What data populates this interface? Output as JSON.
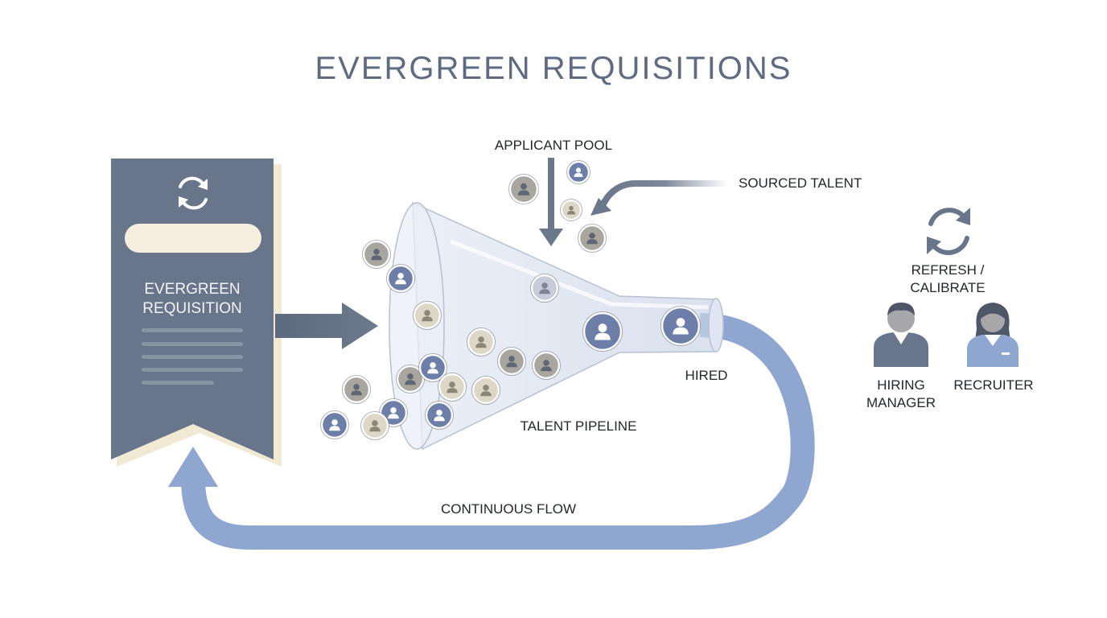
{
  "title": "EVERGREEN REQUISITIONS",
  "requisition_card": {
    "label_line1": "EVERGREEN",
    "label_line2": "REQUISITION",
    "icon": "refresh-icon"
  },
  "labels": {
    "applicant_pool": "APPLICANT POOL",
    "sourced_talent": "SOURCED TALENT",
    "talent_pipeline": "TALENT PIPELINE",
    "hired": "HIRED",
    "continuous_flow": "CONTINUOUS FLOW",
    "refresh_line1": "REFRESH /",
    "refresh_line2": "CALIBRATE",
    "hiring_manager_line1": "HIRING",
    "hiring_manager_line2": "MANAGER",
    "recruiter": "RECRUITER"
  },
  "icons": [
    "refresh-icon",
    "person-icon",
    "hiring-manager-icon",
    "recruiter-icon",
    "funnel-icon"
  ],
  "colors": {
    "title": "#5f6b80",
    "card": "#68758b",
    "card_bar": "#f5efdf",
    "flow": "#8fa6d0",
    "arrow": "#6b778a",
    "candidate_blue": "#6d7fa8",
    "candidate_gray": "#a9a6a0",
    "candidate_beige": "#ddd7c7",
    "text": "#23272e"
  }
}
